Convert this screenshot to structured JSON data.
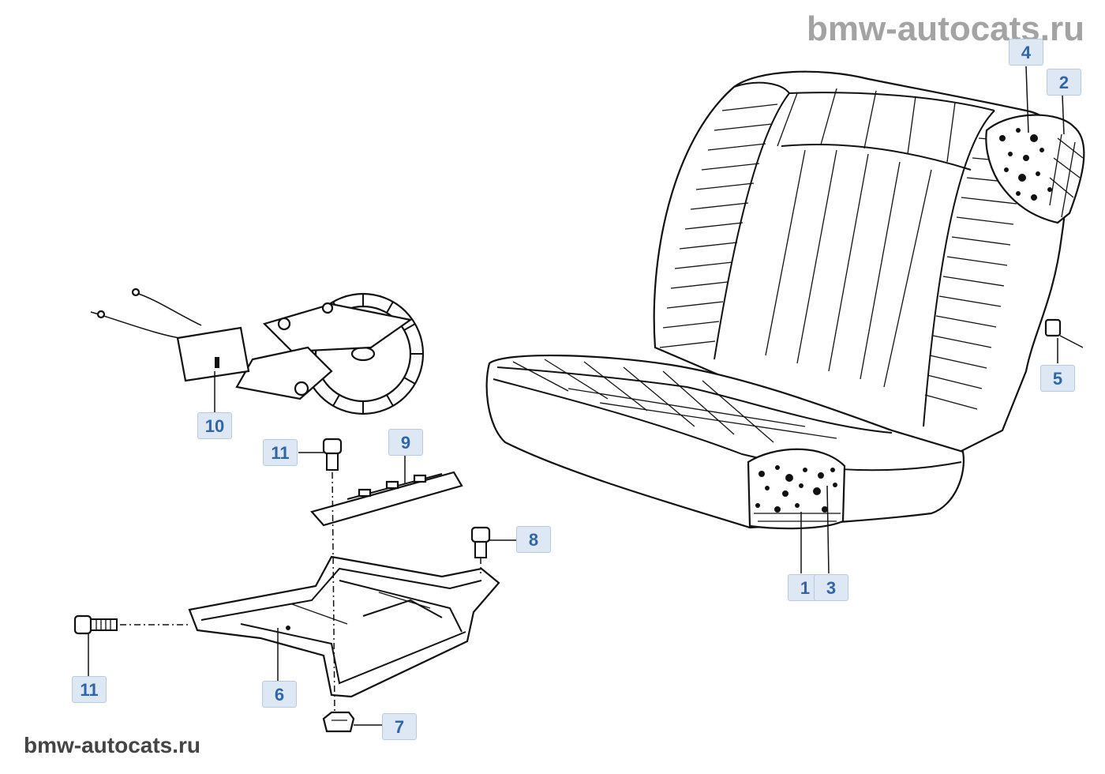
{
  "watermark_top": "bmw-autocats.ru",
  "watermark_bottom": "bmw-autocats.ru",
  "callouts": {
    "c1": "1",
    "c2": "2",
    "c3": "3",
    "c4": "4",
    "c5": "5",
    "c6": "6",
    "c7": "7",
    "c8": "8",
    "c9": "9",
    "c10": "10",
    "c11a": "11",
    "c11b": "11"
  },
  "colors": {
    "callout_bg": "#dde8f4",
    "callout_text": "#2e66a8",
    "line": "#111111"
  }
}
